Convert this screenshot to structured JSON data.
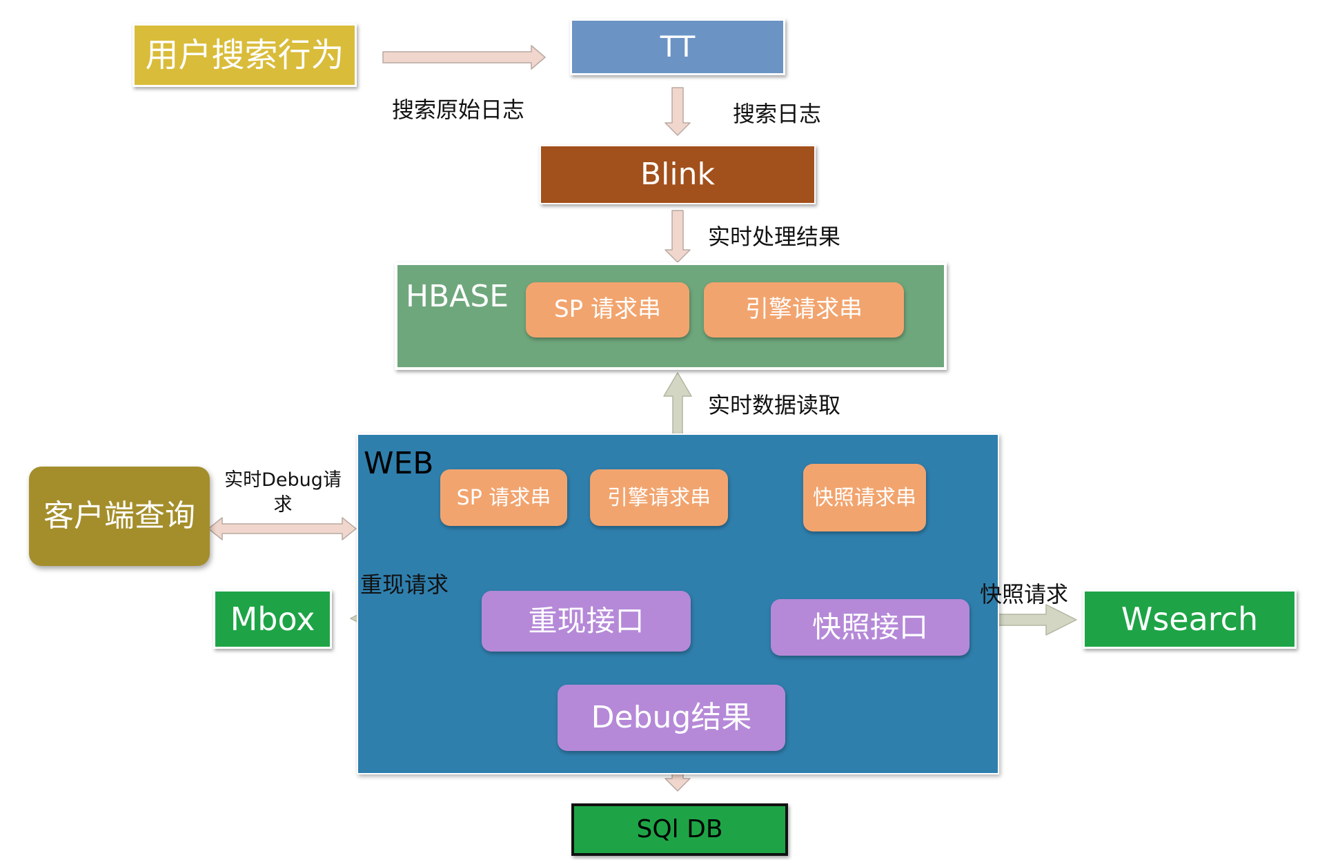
{
  "nodes": {
    "user_search": "用户搜索行为",
    "tt": "TT",
    "blink": "Blink",
    "hbase_title": "HBASE",
    "hbase_sp": "SP 请求串",
    "hbase_engine": "引擎请求串",
    "web_title": "WEB",
    "web_sp": "SP 请求串",
    "web_engine": "引擎请求串",
    "web_snapshot": "快照请求串",
    "replay_api": "重现接口",
    "snapshot_api": "快照接口",
    "debug_result": "Debug结果",
    "client_query": "客户端查询",
    "mbox": "Mbox",
    "wsearch": "Wsearch",
    "sql_db": "SQl DB"
  },
  "edges": {
    "raw_log": "搜索原始日志",
    "search_log": "搜索日志",
    "realtime_result": "实时处理结果",
    "realtime_read": "实时数据读取",
    "debug_request": "实时Debug请求",
    "replay_request": "重现请求",
    "snapshot_request": "快照请求"
  },
  "colors": {
    "user_search": "#d9bc3a",
    "tt": "#6b93c4",
    "blink": "#a2501c",
    "hbase": "#6fa77c",
    "web": "#2f7fad",
    "orange": "#f2a46e",
    "purple": "#b589d8",
    "client": "#a48e2b",
    "green": "#1ea446",
    "arrow_pink": "#f0d6cc",
    "arrow_sage": "#d3d6c2"
  }
}
